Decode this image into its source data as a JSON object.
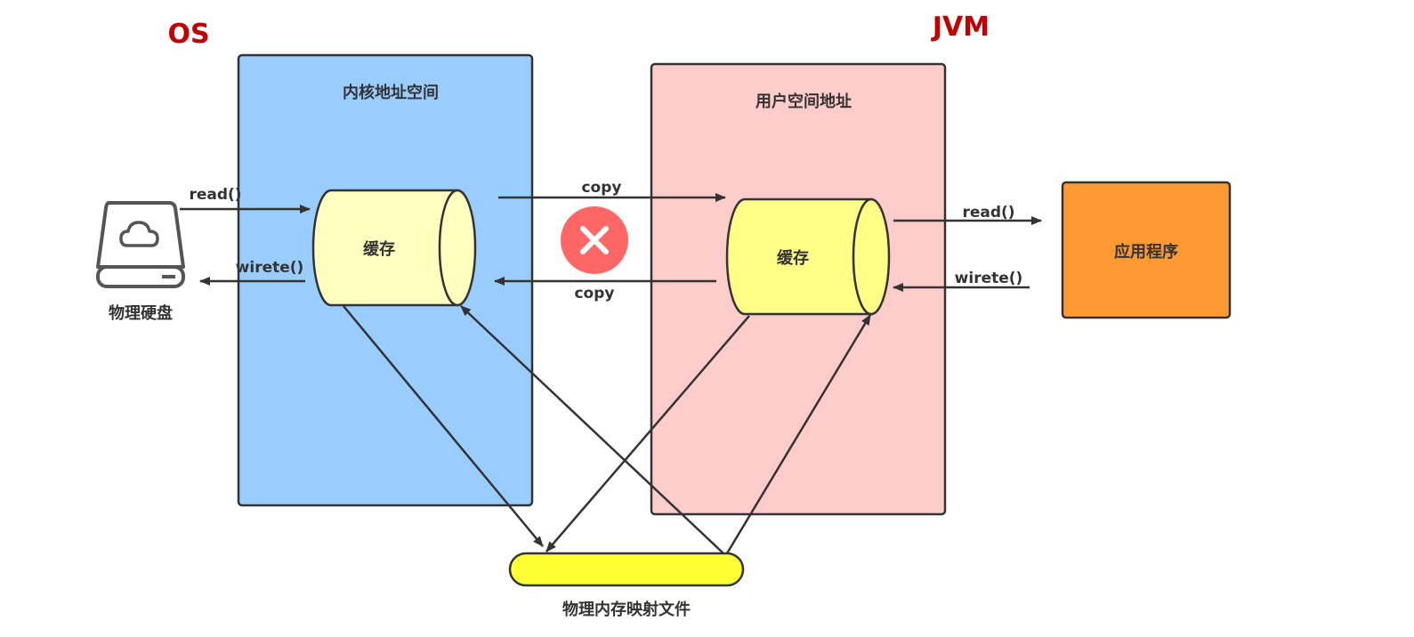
{
  "titles": {
    "os": "OS",
    "jvm": "JVM"
  },
  "regions": {
    "kernel": {
      "label": "内核地址空间"
    },
    "user": {
      "label": "用户空间地址"
    }
  },
  "nodes": {
    "disk": {
      "label": "物理硬盘"
    },
    "kernel_cache": {
      "label": "缓存"
    },
    "user_cache": {
      "label": "缓存"
    },
    "app": {
      "label": "应用程序"
    },
    "mmap": {
      "label": "物理内存映射文件"
    }
  },
  "edges": {
    "disk_read": "read()",
    "disk_write": "wirete()",
    "copy_to_user": "copy",
    "copy_to_kernel": "copy",
    "app_read": "read()",
    "app_write": "wirete()"
  },
  "colors": {
    "title": "#c00000",
    "kernel_fill": "#99ccff",
    "user_fill": "#ffcccc",
    "cache_fill": "#ffffc0",
    "cache_fill_user": "#ffff88",
    "app_fill": "#ff9933",
    "mmap_fill": "#ffff33",
    "cross_fill": "#ff6666",
    "stroke": "#333333"
  },
  "icons": {
    "disk": "cloud-drive-icon",
    "blocked": "close-icon"
  }
}
